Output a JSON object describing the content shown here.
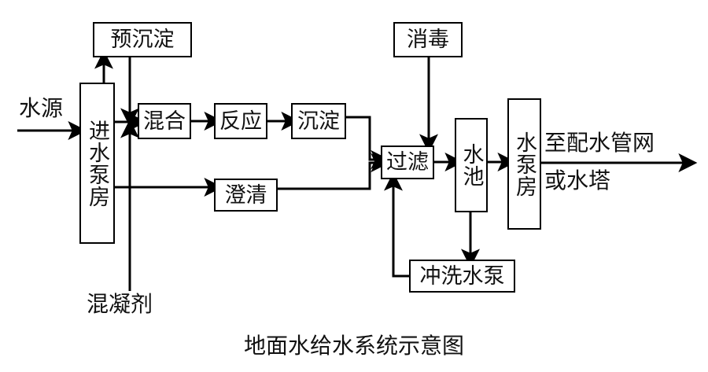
{
  "diagram": {
    "title": "地面水给水系统示意图",
    "nodes": [
      {
        "id": "pre-sedimentation",
        "label": "预沉淀"
      },
      {
        "id": "disinfection",
        "label": "消毒"
      },
      {
        "id": "intake-pump-house",
        "label": "进水泵房"
      },
      {
        "id": "mixing",
        "label": "混合"
      },
      {
        "id": "reaction",
        "label": "反应"
      },
      {
        "id": "sedimentation",
        "label": "沉淀"
      },
      {
        "id": "clarification",
        "label": "澄清"
      },
      {
        "id": "filtration",
        "label": "过滤"
      },
      {
        "id": "clear-water-tank",
        "label": "水池"
      },
      {
        "id": "pump-house",
        "label": "水泵房"
      },
      {
        "id": "backwash-pump",
        "label": "冲洗水泵"
      }
    ],
    "labels": {
      "water_source": "水源",
      "coagulant": "混凝剂",
      "to_distribution_network": "至配水管网",
      "or_water_tower": "或水塔"
    },
    "colors": {
      "stroke": "#000000",
      "text": "#111111",
      "background": "#ffffff"
    }
  }
}
